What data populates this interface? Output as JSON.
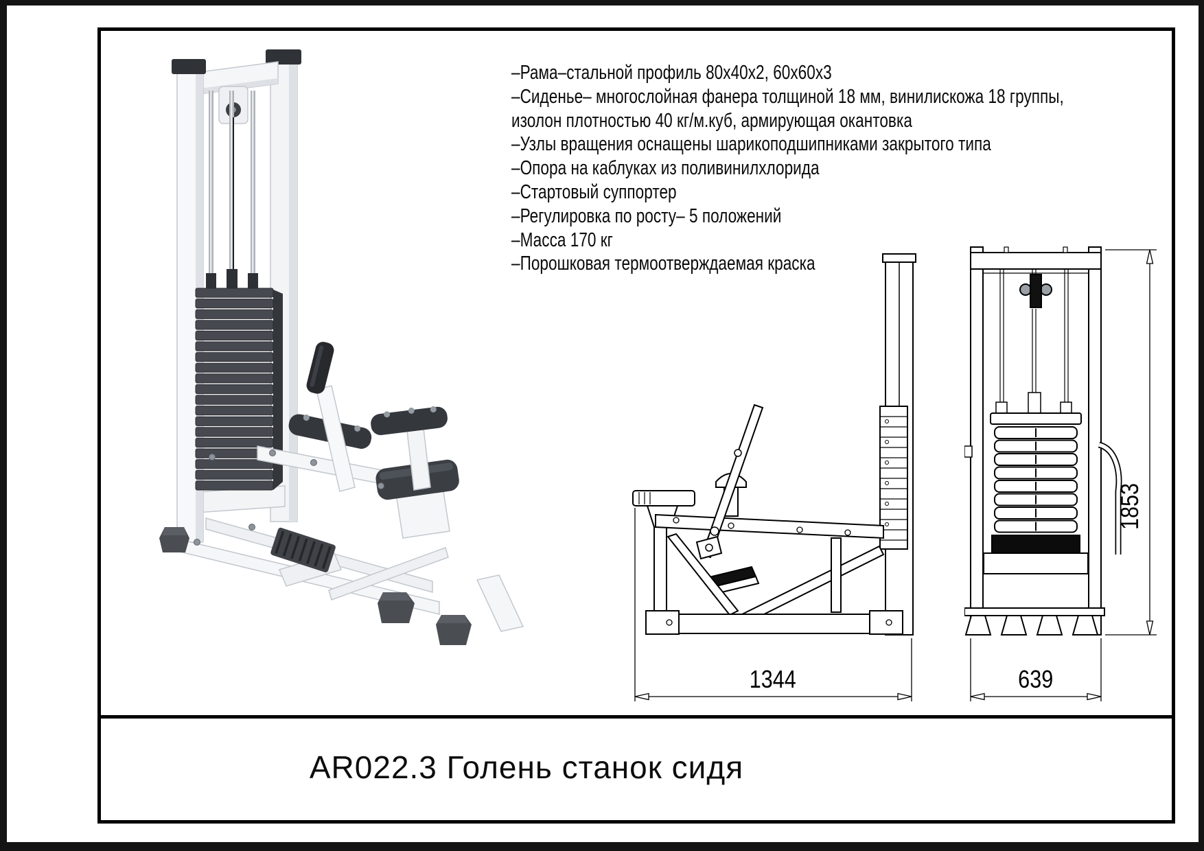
{
  "page": {
    "title": "AR022.3 Голень станок сидя"
  },
  "specs": {
    "lines": [
      "–Рама–стальной профиль 80х40х2, 60х60х3",
      "–Сиденье– многослойная фанера толщиной 18 мм, винилискожа 18 группы,",
      "изолон плотностью 40 кг/м.куб, армирующая окантовка",
      "–Узлы вращения оснащены шарикоподшипниками закрытого типа",
      "–Опора на каблуках из поливинилхлорида",
      "–Стартовый суппортер",
      "–Регулировка по росту– 5 положений",
      "–Масса 170 кг",
      "–Порошковая термоотверждаемая краска"
    ]
  },
  "dimensions": {
    "side_view_width_mm": "1344",
    "front_view_width_mm": "639",
    "height_mm": "1853"
  },
  "colors": {
    "drawing_line": "#000000",
    "frame_white": "#f7f8fa",
    "weight_stack_gray": "#46494f",
    "pad_dark": "#35383d"
  }
}
